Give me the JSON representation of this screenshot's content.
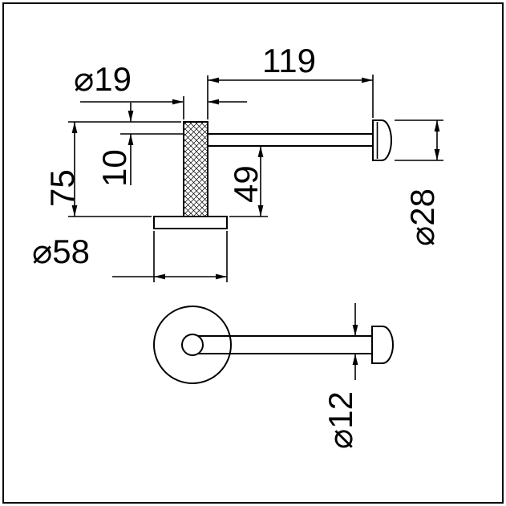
{
  "drawing": {
    "type": "technical-dimension-drawing",
    "subject": "wall-mounted toilet roll holder, side view and front view",
    "colors": {
      "line": "#000000",
      "background": "#ffffff"
    },
    "dimensions": {
      "post_diameter": "⌀19",
      "arm_length": "119",
      "post_height": "75",
      "post_top_offset": "10",
      "arm_height": "49",
      "base_diameter": "⌀58",
      "end_cap_diameter": "⌀28",
      "bar_diameter": "⌀12"
    }
  }
}
